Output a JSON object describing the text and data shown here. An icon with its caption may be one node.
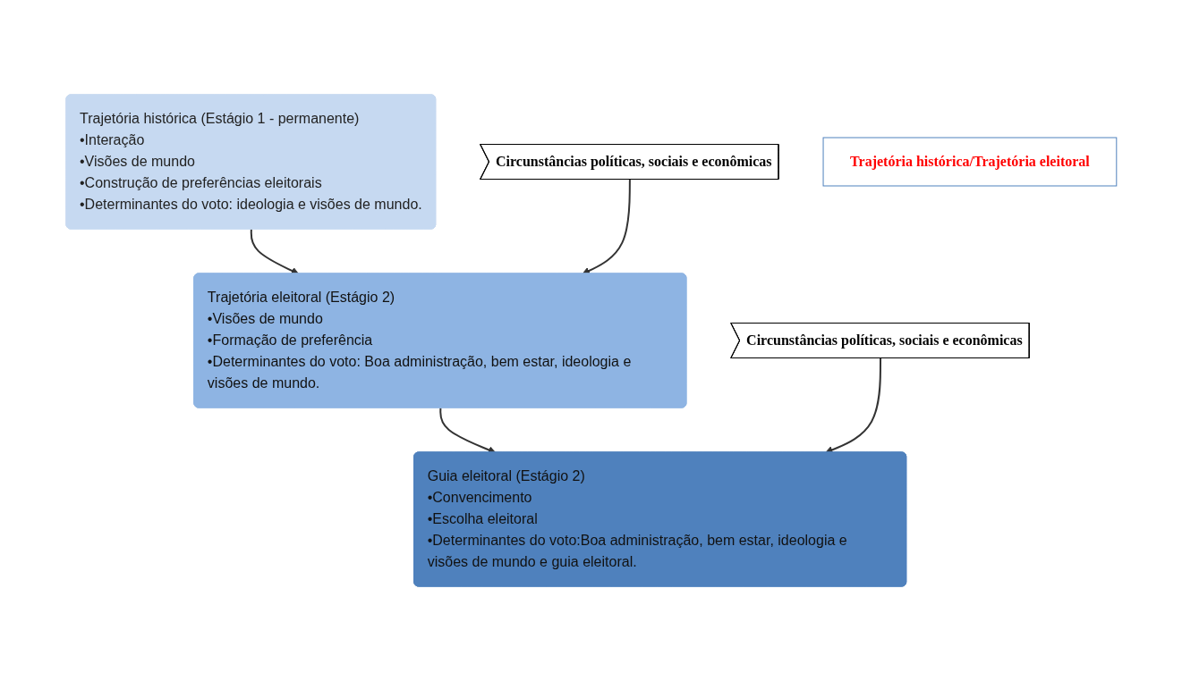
{
  "diagram": {
    "nodes": [
      {
        "text": [
          "Trajetória histórica (Estágio 1 - permanente)",
          "•Interação",
          "•Visões de mundo",
          "•Construção de preferências eleitorais",
          "•Determinantes do voto: ideologia e visões de mundo."
        ]
      },
      {
        "text": [
          "Trajetória eleitoral (Estágio 2)",
          "•Visões de mundo",
          "•Formação de preferência",
          "•Determinantes do voto: Boa administração, bem estar, ideologia e visões de mundo."
        ]
      },
      {
        "text": [
          "Guia eleitoral (Estágio 2)",
          "•Convencimento",
          "•Escolha eleitoral",
          "•Determinantes do voto:Boa administração, bem estar, ideologia e visões de mundo e guia eleitoral."
        ]
      },
      {
        "text": [
          "Circunstâncias políticas, sociais e econômicas"
        ]
      },
      {
        "text": [
          "Circunstâncias políticas, sociais e econômicas"
        ]
      },
      {
        "text": [
          "Trajetória histórica/Trajetória eleitoral"
        ]
      }
    ],
    "edges": [
      {
        "from": 0,
        "to": 1,
        "arrow": "to"
      },
      {
        "from": 1,
        "to": 2,
        "arrow": "to"
      },
      {
        "from": 3,
        "to": 1,
        "arrow": "to"
      },
      {
        "from": 4,
        "to": 2,
        "arrow": "to"
      }
    ]
  }
}
